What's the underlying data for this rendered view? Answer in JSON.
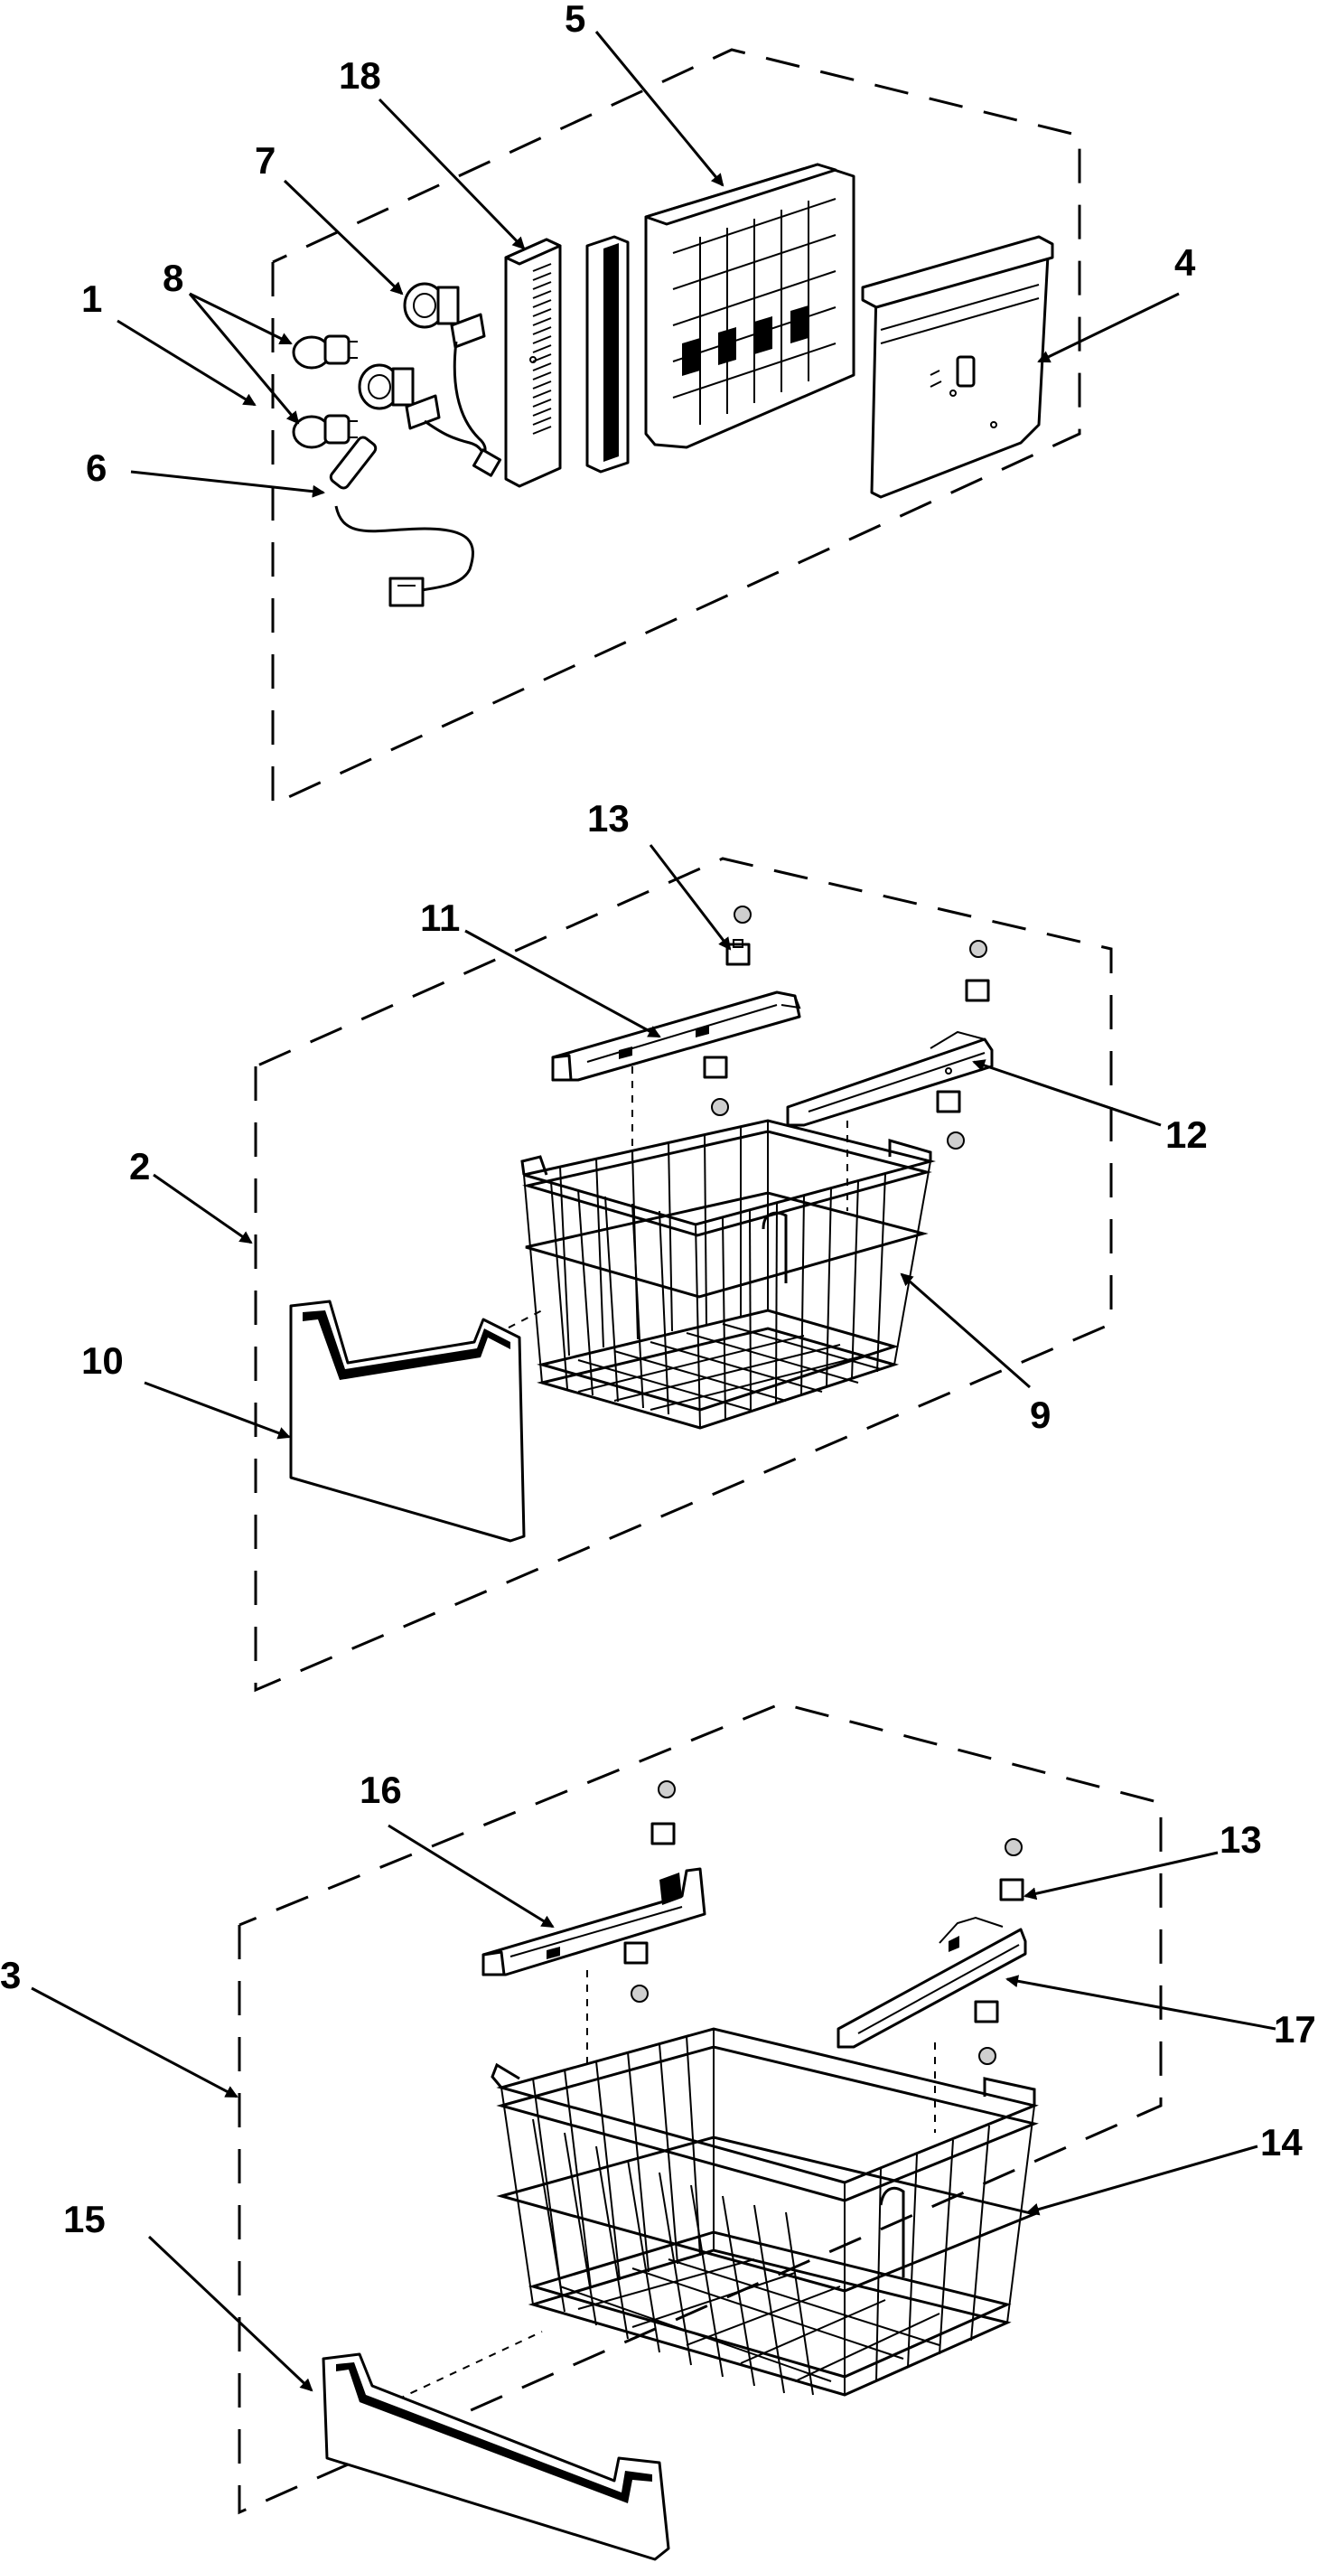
{
  "diagram": {
    "callouts": {
      "c1": "1",
      "c2": "2",
      "c3": "3",
      "c4": "4",
      "c5": "5",
      "c6": "6",
      "c7": "7",
      "c8": "8",
      "c9": "9",
      "c10": "10",
      "c11": "11",
      "c12": "12",
      "c13a": "13",
      "c13b": "13",
      "c14": "14",
      "c15": "15",
      "c16": "16",
      "c17": "17",
      "c18": "18"
    }
  }
}
